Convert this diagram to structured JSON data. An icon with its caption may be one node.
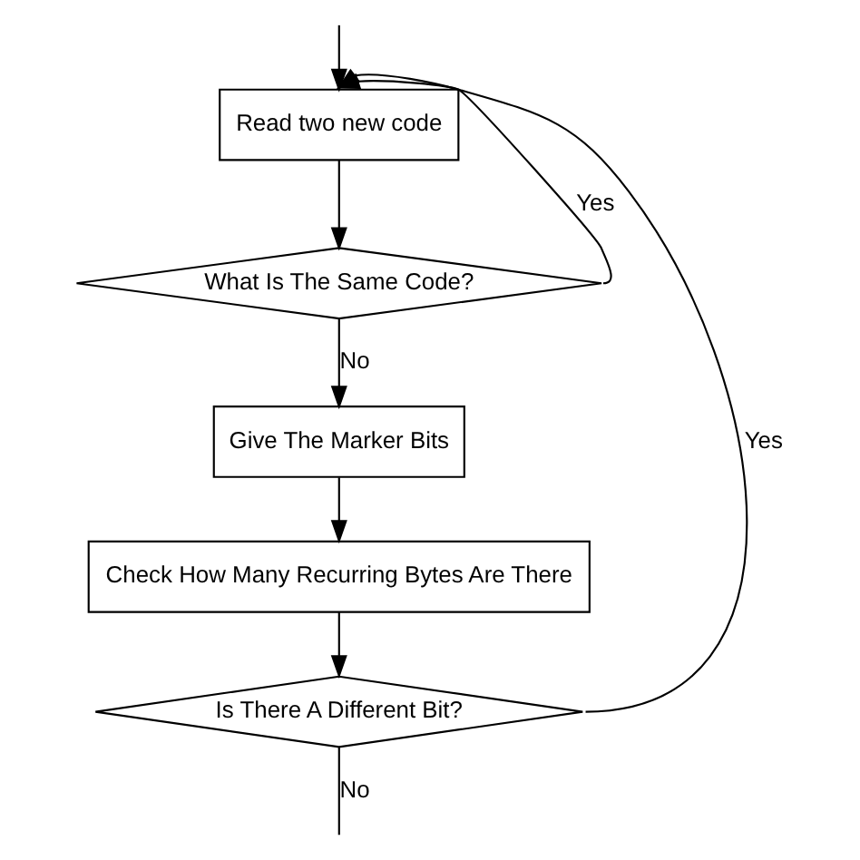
{
  "diagram": {
    "nodes": [
      {
        "text": [
          "Read two new code"
        ]
      },
      {
        "text": [
          "What Is The Same Code?"
        ]
      },
      {
        "text": [
          "Give The Marker Bits"
        ]
      },
      {
        "text": [
          "Check How Many Recurring Bytes Are There"
        ]
      },
      {
        "text": [
          "Is There A Different Bit?"
        ]
      }
    ],
    "edges": [
      {
        "from": null,
        "to": 0,
        "arrow": "to"
      },
      {
        "from": 0,
        "to": 1,
        "arrow": "to"
      },
      {
        "from": 1,
        "to": 0,
        "arrow": "to",
        "label": "Yes"
      },
      {
        "from": 1,
        "to": 2,
        "arrow": "to",
        "label": "No"
      },
      {
        "from": 2,
        "to": 3,
        "arrow": "to"
      },
      {
        "from": 3,
        "to": 4,
        "arrow": "to"
      },
      {
        "from": 4,
        "to": 0,
        "arrow": "to",
        "label": "Yes"
      },
      {
        "from": 4,
        "to": null,
        "arrow": "none",
        "label": "No"
      }
    ]
  }
}
